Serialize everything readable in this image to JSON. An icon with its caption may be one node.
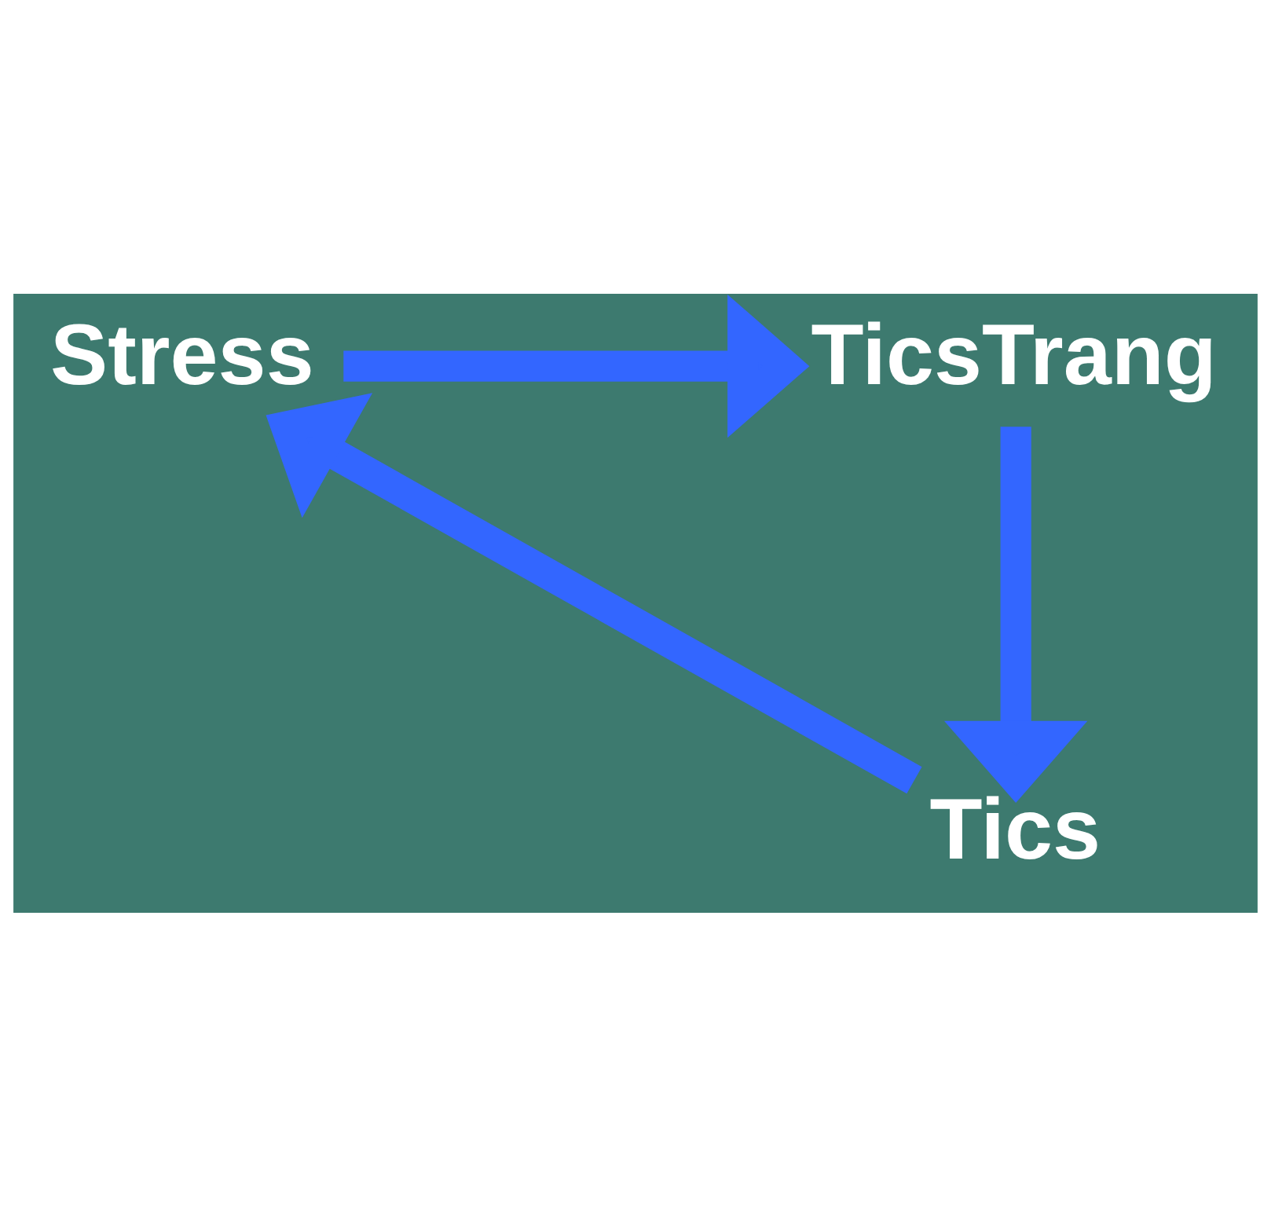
{
  "diagram": {
    "nodes": [
      {
        "text": [
          "Stress"
        ]
      },
      {
        "text": [
          "TicsTrang"
        ]
      },
      {
        "text": [
          "Tics"
        ]
      }
    ],
    "edges": [
      {
        "from": 0,
        "to": 1,
        "arrow": "to"
      },
      {
        "from": 1,
        "to": 2,
        "arrow": "to"
      },
      {
        "from": 2,
        "to": 0,
        "arrow": "to"
      }
    ]
  }
}
